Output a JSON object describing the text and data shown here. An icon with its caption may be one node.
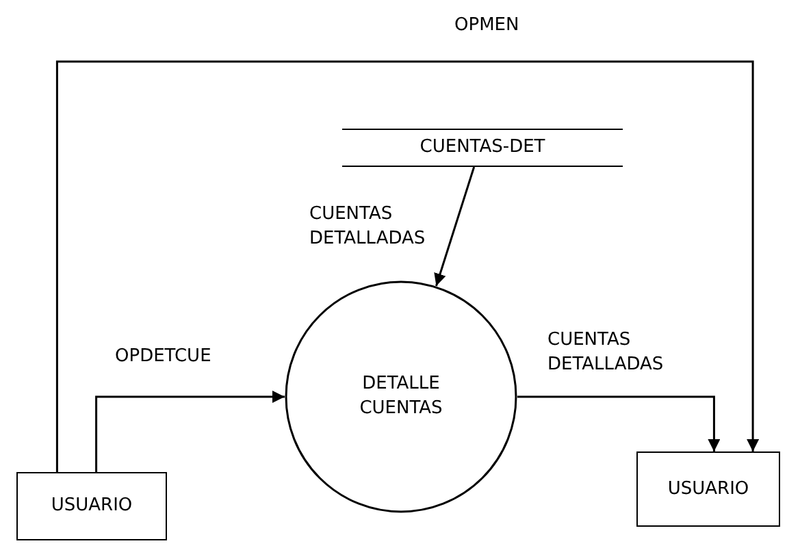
{
  "diagram": {
    "nodes": [
      {
        "text": [
          "CUENTAS-DET"
        ]
      },
      {
        "text": [
          "DETALLE CUENTAS"
        ]
      },
      {
        "text": [
          "USUARIO"
        ]
      },
      {
        "text": [
          "USUARIO"
        ]
      }
    ],
    "edges": [
      {
        "from": 0,
        "to": 1,
        "arrow": "to",
        "label": "CUENTAS DETALLADAS"
      },
      {
        "from": 2,
        "to": 1,
        "arrow": "to",
        "label": "OPDETCUE"
      },
      {
        "from": 1,
        "to": 3,
        "arrow": "to",
        "label": "CUENTAS DETALLADAS"
      },
      {
        "from": 2,
        "to": 3,
        "arrow": "to",
        "label": "OPMEN"
      }
    ]
  }
}
